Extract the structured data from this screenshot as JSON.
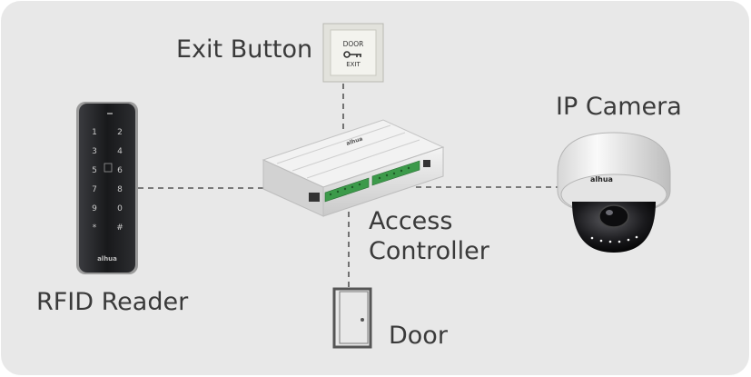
{
  "labels": {
    "exit_button": "Exit Button",
    "ip_camera": "IP Camera",
    "access_controller_line1": "Access",
    "access_controller_line2": "Controller",
    "rfid_reader": "RFID Reader",
    "door": "Door"
  },
  "device_text": {
    "exit_plate_top": "DOOR",
    "exit_plate_bottom": "EXIT",
    "brand": "alhua"
  },
  "keypad_keys": [
    "1",
    "2",
    "3",
    "4",
    "5",
    "6",
    "7",
    "8",
    "9",
    "0",
    "*",
    "#"
  ],
  "colors": {
    "panel_background": "#e8e8e8",
    "connection_line": "#555555",
    "label_text": "#3a3a3a",
    "terminal_green": "#3c9a4a",
    "reader_body": "#1e1f22",
    "door_stroke": "#555555"
  }
}
